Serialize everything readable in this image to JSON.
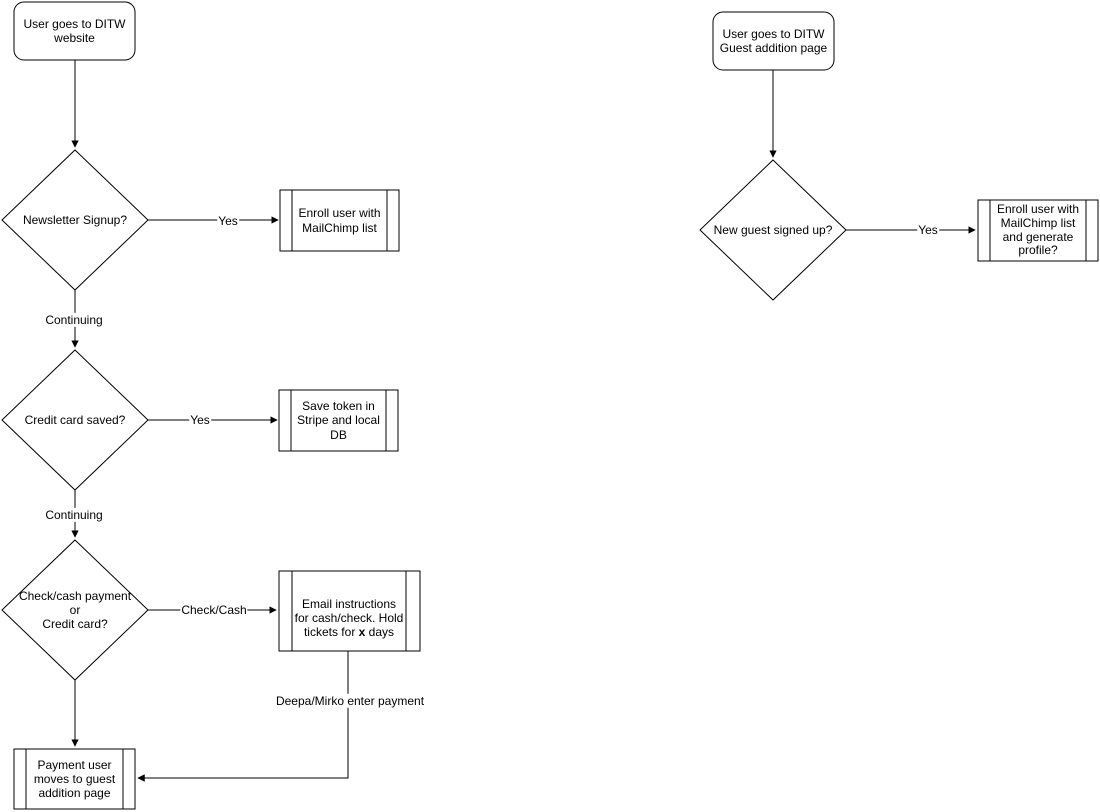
{
  "canvas": {
    "background_color": "#ffffff",
    "stroke_color": "#000000",
    "text_color": "#000000"
  },
  "left_flow": {
    "start": {
      "text": "User goes to DITW\nwebsite"
    },
    "decision_newsletter": {
      "text": "Newsletter Signup?"
    },
    "process_enroll_mailchimp": {
      "text": "Enroll user with\nMailChimp list"
    },
    "decision_credit_card": {
      "text": "Credit card saved?"
    },
    "process_save_token": {
      "text": "Save token in\nStripe and local\nDB"
    },
    "decision_payment_type": {
      "text": "Check/cash payment\nor\nCredit card?"
    },
    "process_email_instructions": {
      "text_before_bold": "Email instructions\nfor cash/check. Hold\ntickets for ",
      "bold_text": "x",
      "text_after_bold": " days"
    },
    "process_payment_user_moves": {
      "text": "Payment user\nmoves to guest\naddition page"
    },
    "labels": {
      "yes1": "Yes",
      "continuing1": "Continuing",
      "yes2": "Yes",
      "continuing2": "Continuing",
      "check_cash": "Check/Cash",
      "deepa_mirko": "Deepa/Mirko enter payment"
    }
  },
  "right_flow": {
    "start": {
      "text": "User goes to DITW\nGuest addition page"
    },
    "decision_new_guest": {
      "text": "New guest signed up?"
    },
    "process_enroll_generate": {
      "text": "Enroll user with\nMailChimp list\nand generate\nprofile?"
    },
    "labels": {
      "yes": "Yes"
    }
  }
}
